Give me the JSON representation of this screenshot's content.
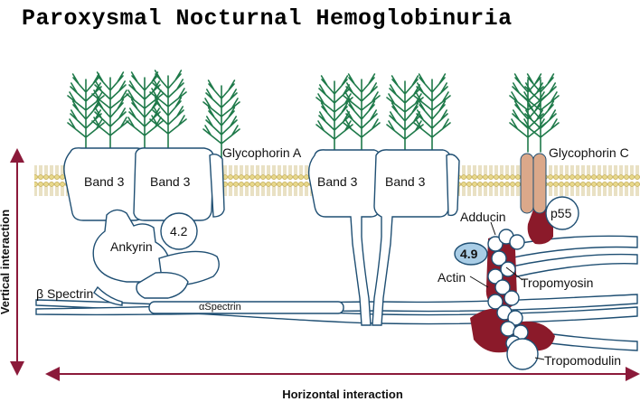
{
  "title": "Paroxysmal Nocturnal Hemoglobinuria",
  "labels": {
    "band3_1": "Band 3",
    "band3_2": "Band 3",
    "band3_3": "Band 3",
    "band3_4": "Band 3",
    "glycophorin_a": "Glycophorin A",
    "glycophorin_c": "Glycophorin C",
    "ankyrin": "Ankyrin",
    "protein_4_2": "4.2",
    "protein_4_9": "4.9",
    "adducin": "Adducin",
    "p55": "p55",
    "actin": "Actin",
    "tropomyosin": "Tropomyosin",
    "tropomodulin": "Tropomodulin",
    "beta_spectrin": "β Spectrin",
    "alpha_spectrin": "αSpectrin"
  },
  "axes": {
    "vertical": "Vertical interaction",
    "horizontal": "Horizontal interaction"
  },
  "colors": {
    "protein_outline": "#1f4f73",
    "glycan": "#1f7a4a",
    "lipid_head": "#e8d88a",
    "protein_4_1": "#8b1a2a",
    "glycophorin_c": "#dba88a",
    "protein_4_9": "#a9cde6",
    "arrow": "#8b1a3a"
  }
}
